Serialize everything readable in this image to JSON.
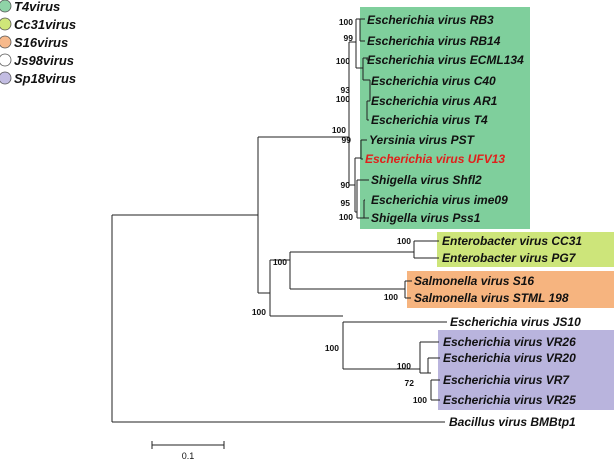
{
  "legend": [
    {
      "label": "T4virus",
      "color": "#8fd3a7"
    },
    {
      "label": "Cc31virus",
      "color": "#cfe779"
    },
    {
      "label": "S16virus",
      "color": "#f6b98c"
    },
    {
      "label": "Js98virus",
      "color": "#ffffff"
    },
    {
      "label": "Sp18virus",
      "color": "#c3bde2"
    }
  ],
  "clades": [
    {
      "name": "T4virus",
      "color": "#7fcf9c"
    },
    {
      "name": "Cc31virus",
      "color": "#cde57a"
    },
    {
      "name": "S16virus",
      "color": "#f6b47f"
    },
    {
      "name": "Sp18virus",
      "color": "#b9b4dd"
    }
  ],
  "highlight_color": "#e0201b",
  "taxa": [
    "Escherichia virus RB3",
    "Escherichia virus RB14",
    "Escherichia virus ECML134",
    "Escherichia virus C40",
    "Escherichia virus AR1",
    "Escherichia virus T4",
    "Yersinia virus PST",
    "Escherichia virus UFV13",
    "Shigella virus Shfl2",
    "Escherichia virus ime09",
    "Shigella virus Pss1",
    "Enterobacter virus CC31",
    "Enterobacter virus PG7",
    "Salmonella virus S16",
    "Salmonella virus STML 198",
    "Escherichia virus JS10",
    "Escherichia virus VR26",
    "Escherichia virus VR20",
    "Escherichia virus VR7",
    "Escherichia virus VR25",
    "Bacillus virus BMBtp1"
  ],
  "bootstrap": [
    "100",
    "99",
    "100",
    "93",
    "100",
    "100",
    "99",
    "90",
    "95",
    "100",
    "100",
    "100",
    "100",
    "100",
    "100",
    "100",
    "72",
    "100"
  ],
  "scale_bar": {
    "label": "0.1"
  }
}
